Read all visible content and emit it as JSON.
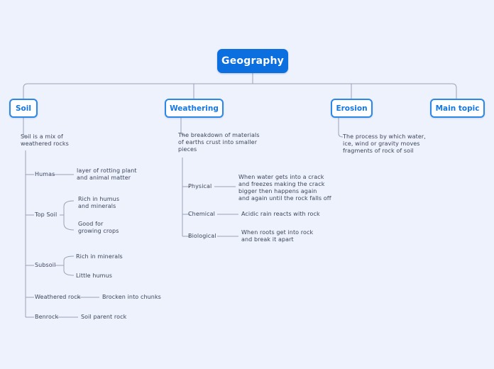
{
  "diagram": {
    "type": "mind-map",
    "background_color": "#eef2fd",
    "accent_color": "#0c6fe0",
    "node_border_color": "#2b87e8",
    "text_color": "#3b4559",
    "connector_color": "#9aa3b5",
    "root": {
      "label": "Geography"
    },
    "branches": [
      {
        "id": "soil",
        "label": "Soil",
        "description": "Soil is a mix of\nweathered rocks",
        "children": [
          {
            "label": "Humas",
            "details": [
              "layer of rotting plant\nand animal matter"
            ]
          },
          {
            "label": "Top Soil",
            "details": [
              "Rich in humus\nand minerals",
              "Good for\ngrowing crops"
            ]
          },
          {
            "label": "Subsoil",
            "details": [
              "Rich in minerals",
              "Little humus"
            ]
          },
          {
            "label": "Weathered rock",
            "details": [
              "Brocken into chunks"
            ]
          },
          {
            "label": "Benrock",
            "details": [
              "Soil parent rock"
            ]
          }
        ]
      },
      {
        "id": "weathering",
        "label": "Weathering",
        "description": "The breakdown of materials\nof earths crust into smaller\npieces",
        "children": [
          {
            "label": "Physical",
            "details": [
              "When water gets into a crack\nand freezes making the crack\nbigger then happens again\nand again until the rock falls off"
            ]
          },
          {
            "label": "Chemical",
            "details": [
              "Acidic rain reacts with rock"
            ]
          },
          {
            "label": "Biological",
            "details": [
              "When roots get into rock\nand break it apart"
            ]
          }
        ]
      },
      {
        "id": "erosion",
        "label": "Erosion",
        "description": "The process by which water,\nice, wind or gravity moves\nfragments of rock of soil",
        "children": []
      },
      {
        "id": "main-topic",
        "label": "Main topic",
        "description": "",
        "children": []
      }
    ]
  }
}
